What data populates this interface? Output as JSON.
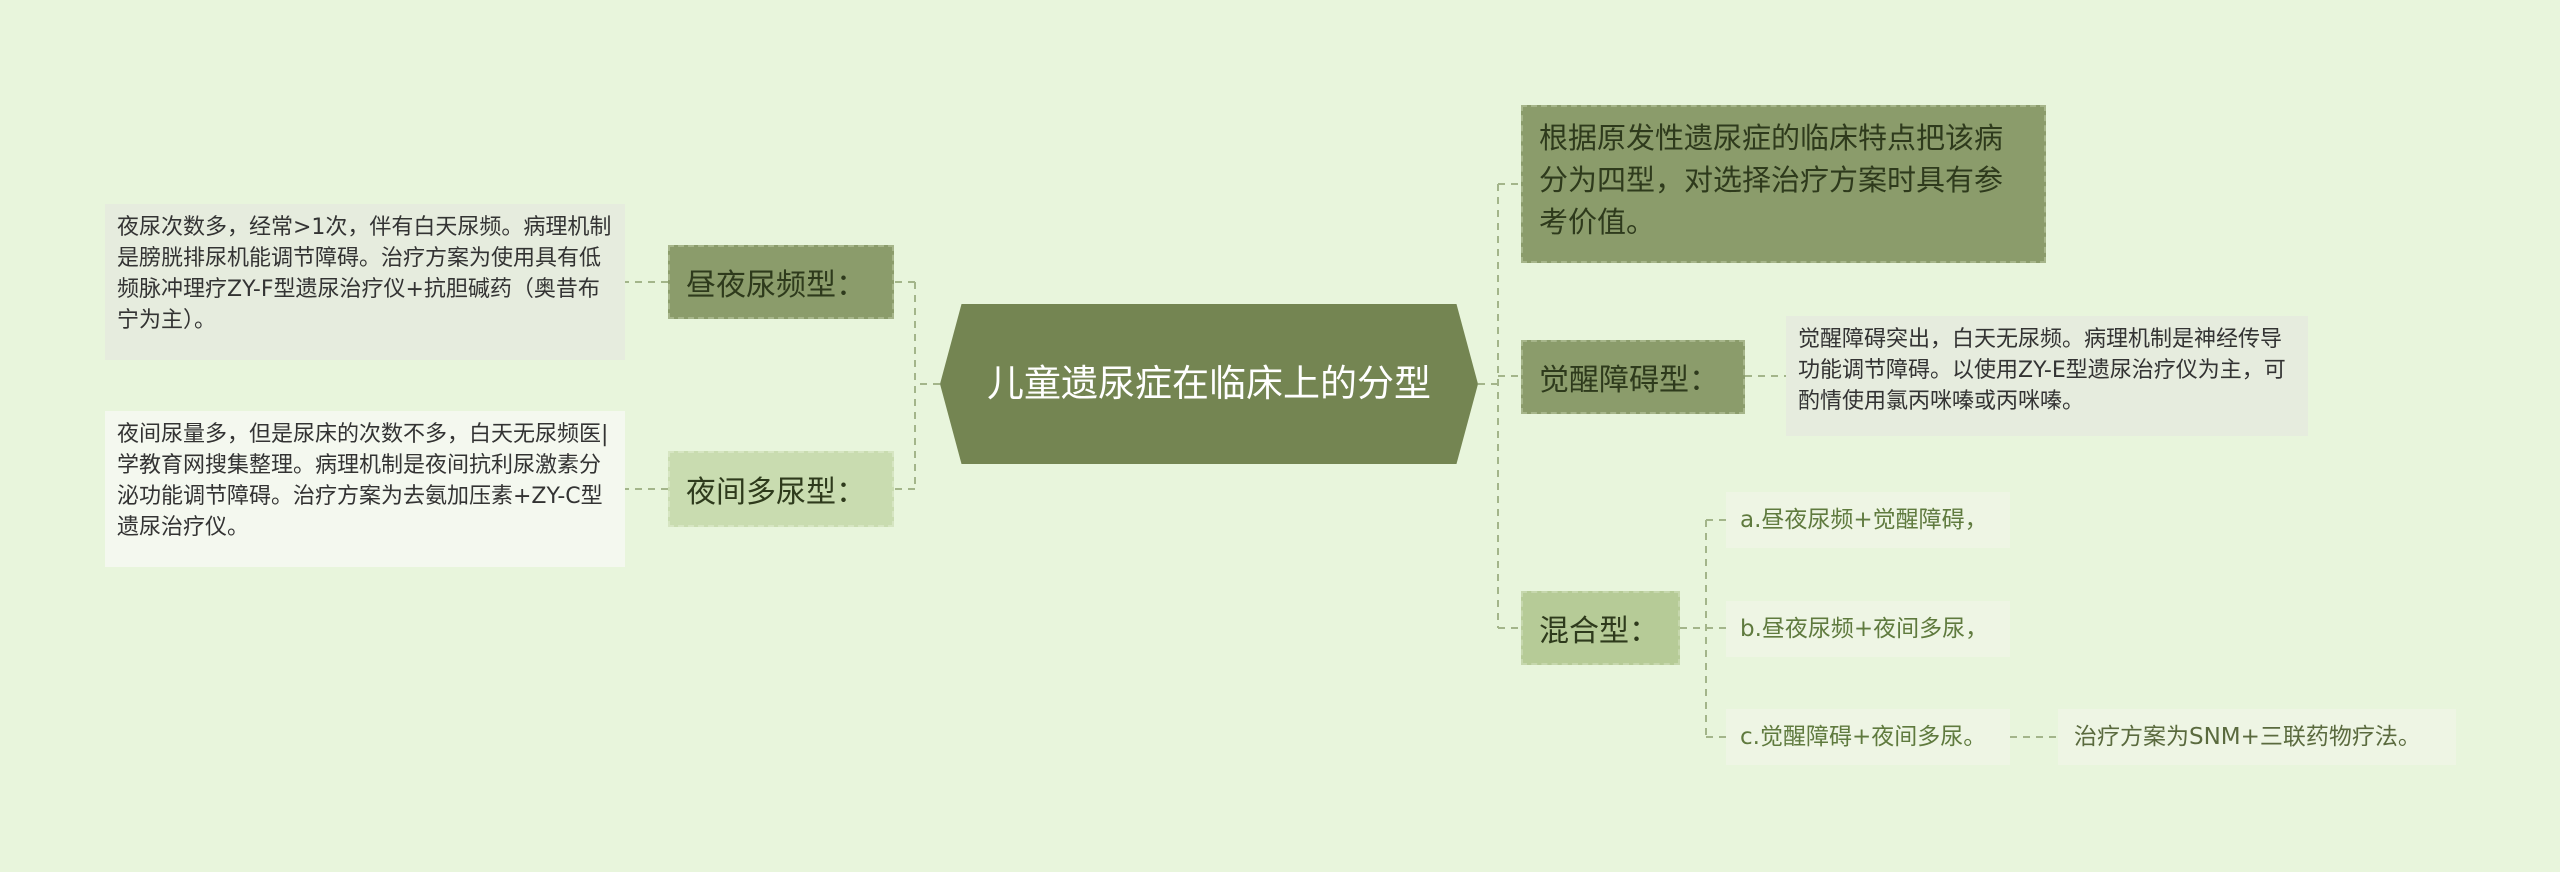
{
  "center": {
    "title": "儿童遗尿症在临床上的分型"
  },
  "intro": {
    "text": "根据原发性遗尿症的临床特点把该病分为四型，对选择治疗方案时具有参考价值。"
  },
  "left_branches": [
    {
      "label": "昼夜尿频型：",
      "detail": "夜尿次数多，经常>1次，伴有白天尿频。病理机制是膀胱排尿机能调节障碍。治疗方案为使用具有低频脉冲理疗ZY-F型遗尿治疗仪+抗胆碱药（奥昔布宁为主）。"
    },
    {
      "label": "夜间多尿型：",
      "detail": "夜间尿量多，但是尿床的次数不多，白天无尿频医|学教育网搜集整理。病理机制是夜间抗利尿激素分泌功能调节障碍。治疗方案为去氨加压素+ZY-C型遗尿治疗仪。"
    }
  ],
  "right_branches": {
    "awakening": {
      "label": "觉醒障碍型：",
      "detail": "觉醒障碍突出，白天无尿频。病理机制是神经传导功能调节障碍。以使用ZY-E型遗尿治疗仪为主，可酌情使用氯丙咪嗪或丙咪嗪。"
    },
    "mixed": {
      "label": "混合型：",
      "items": [
        {
          "text": "a.昼夜尿频+觉醒障碍，"
        },
        {
          "text": "b.昼夜尿频+夜间多尿，"
        },
        {
          "text": "c.觉醒障碍+夜间多尿。",
          "note": "治疗方案为SNM+三联药物疗法。"
        }
      ]
    }
  },
  "colors": {
    "background": "#e8f5dc",
    "center": "#748552",
    "dark_node": "#8b9c6b",
    "light_node": "#c9dcb0",
    "connector": "#a3b58a"
  }
}
